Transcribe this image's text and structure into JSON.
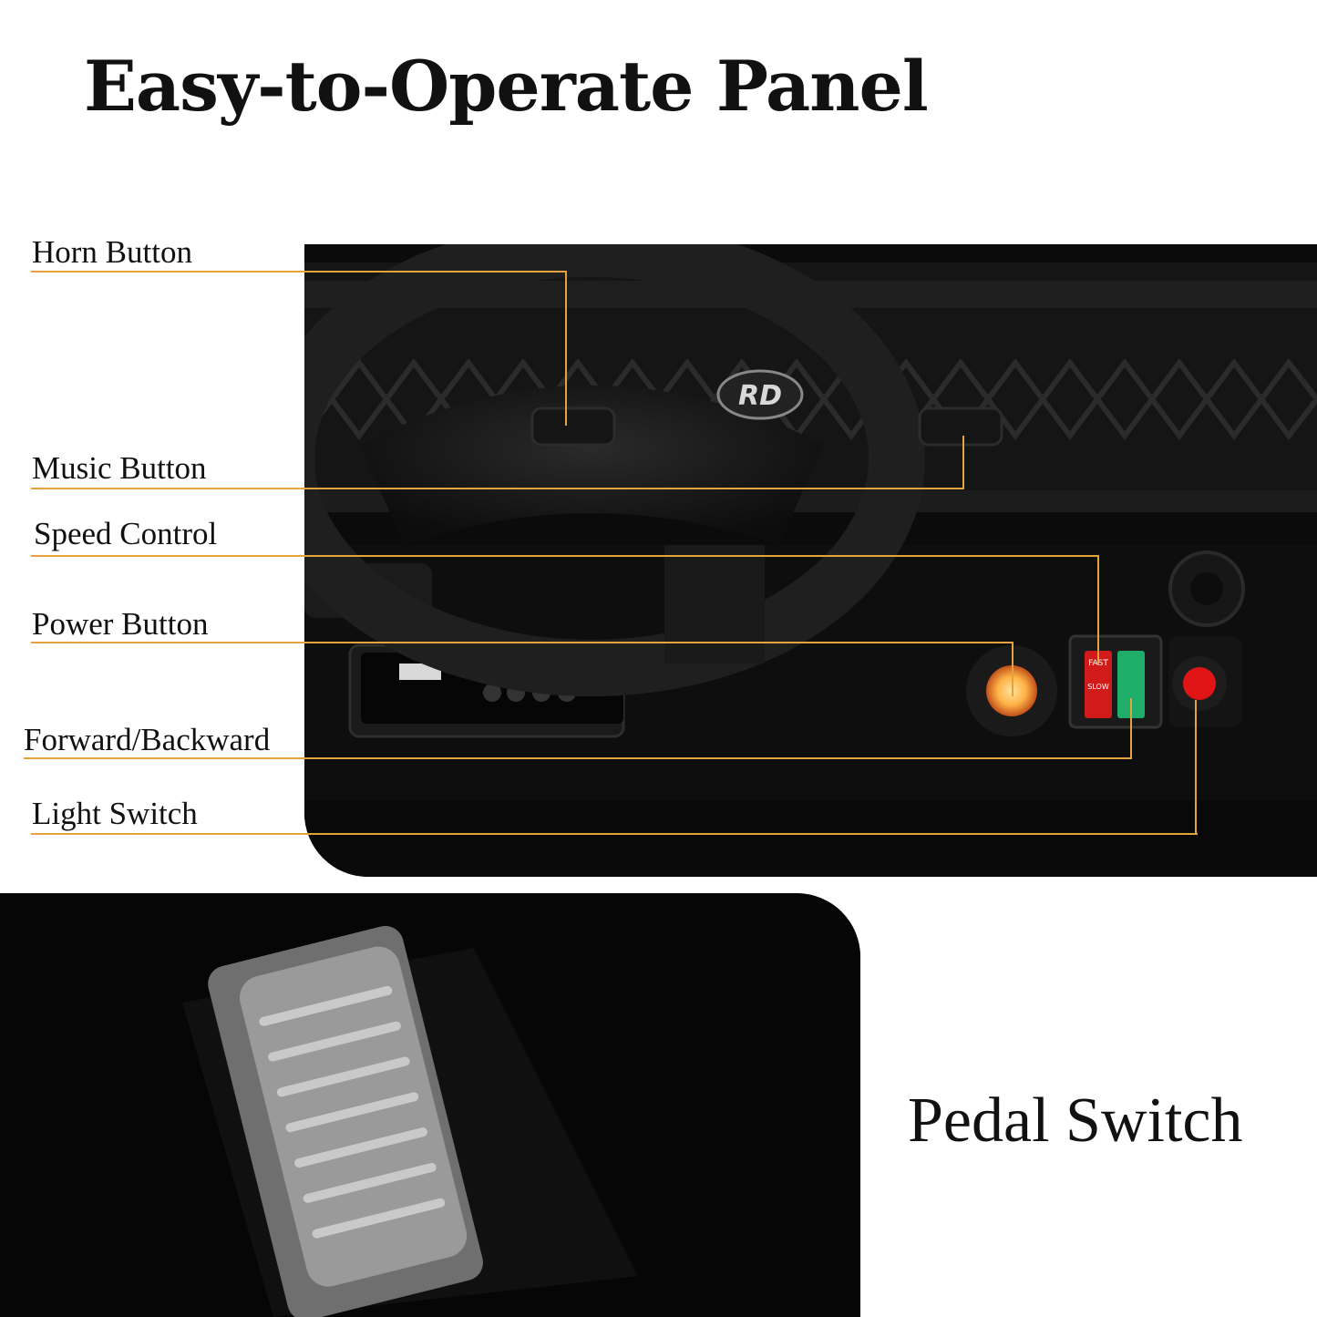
{
  "title": "Easy-to-Operate Panel",
  "labels": {
    "horn": "Horn Button",
    "music": "Music Button",
    "speed": "Speed Control",
    "power": "Power Button",
    "direction": "Forward/Backward",
    "light": "Light Switch",
    "pedal": "Pedal Switch"
  },
  "steering_logo": "RD",
  "switch_text": {
    "fast": "FAST",
    "slow": "SLOW"
  },
  "colors": {
    "leader": "#e6a23c",
    "power_glow": "#ffb347",
    "fast_switch": "#d11a1a",
    "direction_switch": "#1fae6a",
    "light_switch": "#e01414",
    "led": "#ff2a2a"
  }
}
